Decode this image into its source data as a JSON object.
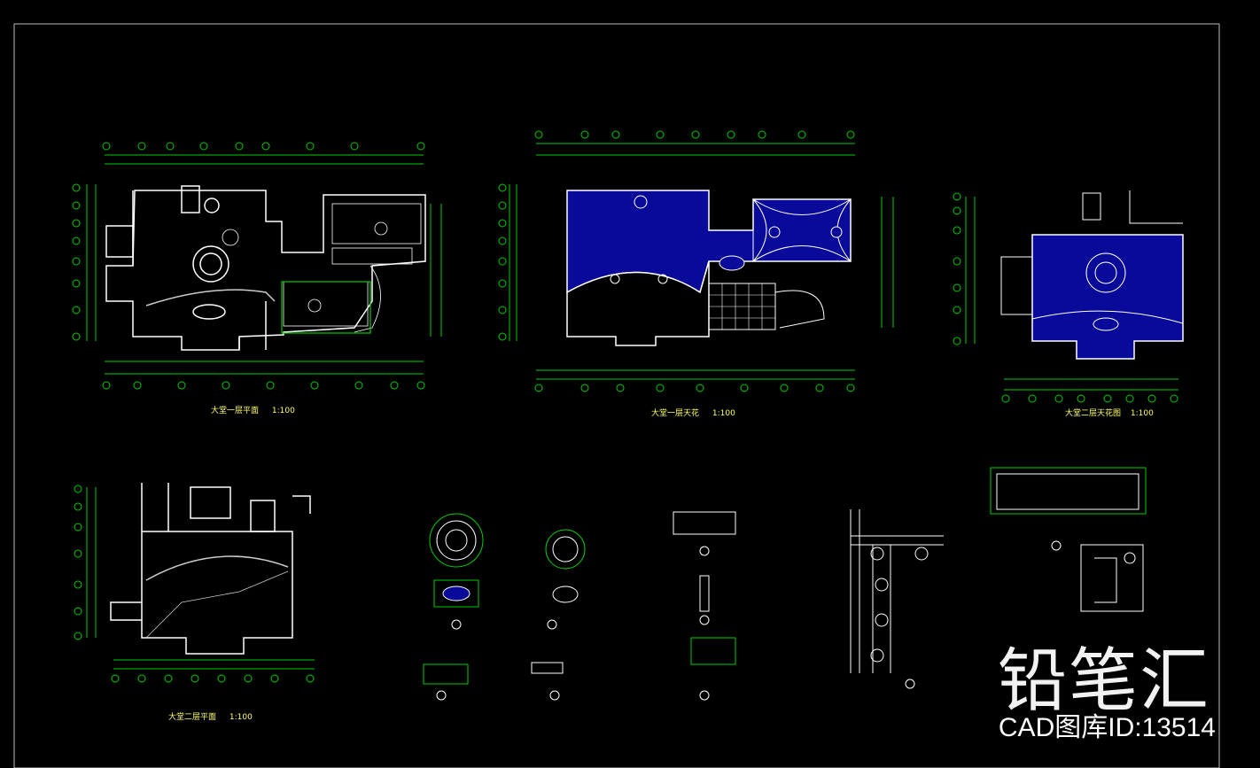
{
  "drawing_titles": {
    "plan_1f": "大堂一层平面",
    "ceiling_1f": "大堂一层天花",
    "ceiling_2f": "大堂二层天花图",
    "plan_2f": "大堂二层平面"
  },
  "scale_label": "1:100",
  "watermark": {
    "logo": "铅笔汇",
    "id_text": "CAD图库ID:13514"
  },
  "colors": {
    "background": "#000000",
    "gridline": "#00cc00",
    "wall": "#ffffff",
    "fill": "#0a0a9a",
    "caption": "#ffff66"
  }
}
